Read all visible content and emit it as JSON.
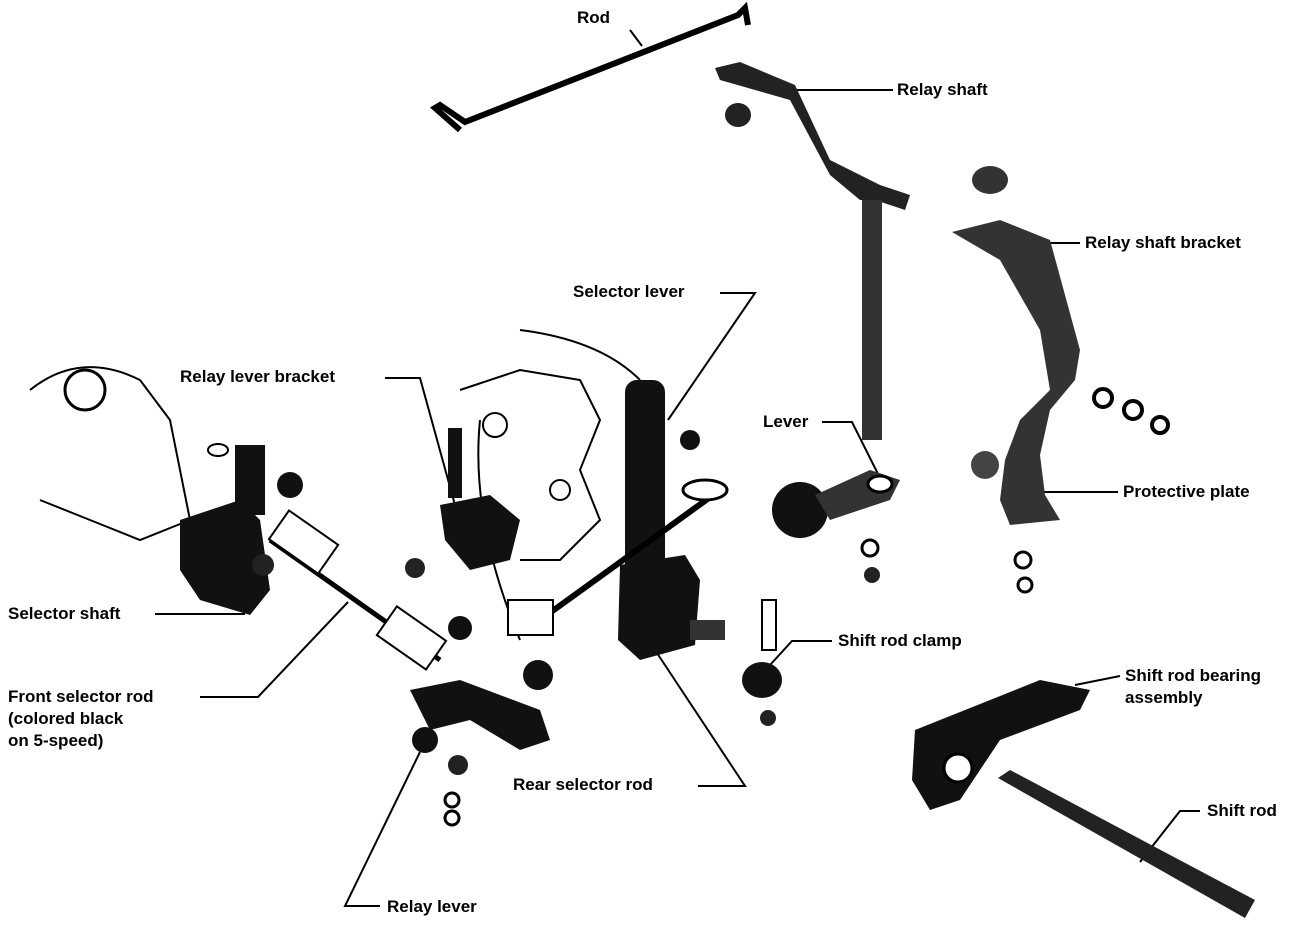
{
  "labels": {
    "rod": "Rod",
    "relay_shaft": "Relay shaft",
    "relay_shaft_bracket": "Relay shaft bracket",
    "selector_lever": "Selector lever",
    "relay_lever_bracket": "Relay lever bracket",
    "lever": "Lever",
    "protective_plate": "Protective plate",
    "selector_shaft": "Selector shaft",
    "shift_rod_clamp": "Shift rod clamp",
    "shift_rod_bearing_assembly_1": "Shift rod bearing",
    "shift_rod_bearing_assembly_2": "assembly",
    "front_selector_rod_1": "Front selector rod",
    "front_selector_rod_2": "(colored black",
    "front_selector_rod_3": "on 5-speed)",
    "rear_selector_rod": "Rear selector rod",
    "shift_rod": "Shift rod",
    "relay_lever": "Relay lever"
  }
}
